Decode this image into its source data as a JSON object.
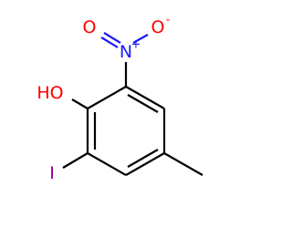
{
  "molecule": {
    "atoms": {
      "hydroxyl": "HO",
      "nitro_nitrogen": "N",
      "nitro_oxygen_double": "O",
      "nitro_oxygen_single": "O",
      "iodine": "I"
    },
    "charges": {
      "nitrogen": "+",
      "oxygen": "-"
    },
    "colors": {
      "carbon": "#000000",
      "oxygen": "#ff0000",
      "nitrogen": "#1a1aff",
      "iodine": "#940094"
    }
  }
}
